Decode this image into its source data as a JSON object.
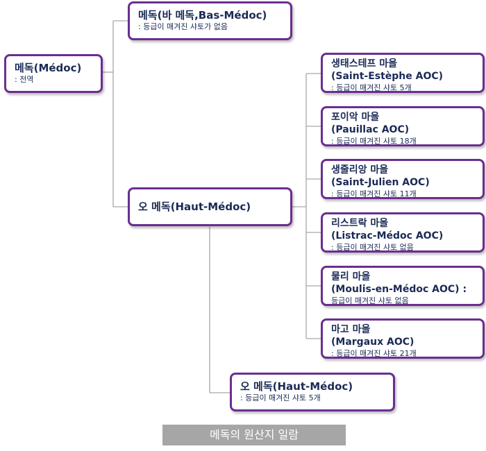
{
  "root": {
    "title": "메독(Médoc)",
    "desc": ": 전역"
  },
  "bas": {
    "title": "메독(바 메독,Bas-Médoc)",
    "desc": ": 등급이 매겨진 샤토가 없음"
  },
  "haut": {
    "title": "오 메독(Haut-Médoc)"
  },
  "haut_aoc": {
    "title": "오 메독(Haut-Médoc)",
    "desc": ": 등급이 매겨진 샤토 5개"
  },
  "villages": [
    {
      "name": "생태스테프 마을",
      "aoc": "(Saint-Estèphe AOC)",
      "desc": ": 등급이 매겨진 샤토 5개"
    },
    {
      "name": "포이악 마을",
      "aoc": "(Pauillac AOC)",
      "desc": ": 등급이 매겨진 샤토 18개"
    },
    {
      "name": "생줄리앙 마을",
      "aoc": "(Saint-Julien AOC)",
      "desc": ": 등급이 매겨진 샤토 11개"
    },
    {
      "name": "리스트락 마을",
      "aoc": "(Listrac-Médoc AOC)",
      "desc": ": 등급이 매겨진 샤토 없음"
    },
    {
      "name": "물리 마을",
      "aoc": "(Moulis-en-Médoc AOC) :",
      "desc": "등급이 매겨진 샤토 없음"
    },
    {
      "name": "마고 마을",
      "aoc": "(Margaux AOC)",
      "desc": ": 등급이 매겨진 샤토 21개"
    }
  ],
  "caption": "메독의 원산지 일람",
  "colors": {
    "border": "#6b2d91",
    "line": "#a6a6a6",
    "text": "#1a2a55",
    "caption_bg": "#a6a6a6"
  }
}
